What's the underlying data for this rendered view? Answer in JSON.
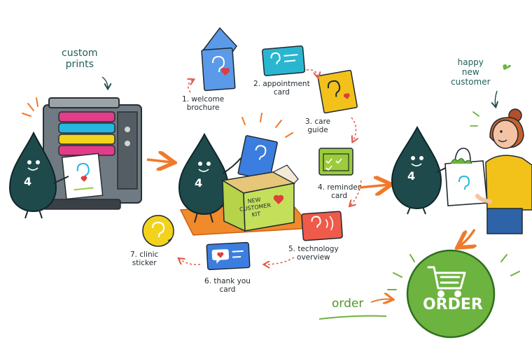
{
  "colors": {
    "drop": "#1f4a4c",
    "orange": "#ef7a2a",
    "green": "#6cb33f",
    "blue": "#4f8fe0",
    "teal": "#2aa7c8",
    "yellow": "#f2c21b",
    "lime": "#9ccc3c",
    "coral": "#ef5a4a",
    "red": "#e23c3c"
  },
  "labels": {
    "custom_prints": "custom\nprints",
    "happy_new_customer": "happy\nnew\ncustomer",
    "order_side": "order",
    "order_button": "ORDER",
    "kit_box": "NEW\nCUSTOMER\nKIT",
    "mascot_number": "4"
  },
  "kit_items": [
    {
      "label": "1. welcome\nbrochure",
      "icon": "ear-heart-icon"
    },
    {
      "label": "2. appointment\ncard",
      "icon": "ear-icon"
    },
    {
      "label": "3. care\nguide",
      "icon": "ear-heart-icon"
    },
    {
      "label": "4. reminder\ncard",
      "icon": "calendar-check-icon"
    },
    {
      "label": "5. technology\noverview",
      "icon": "ear-sound-icon"
    },
    {
      "label": "6. thank you\ncard",
      "icon": "speech-heart-icon"
    },
    {
      "label": "7. clinic\nsticker",
      "icon": "ear-icon"
    }
  ]
}
